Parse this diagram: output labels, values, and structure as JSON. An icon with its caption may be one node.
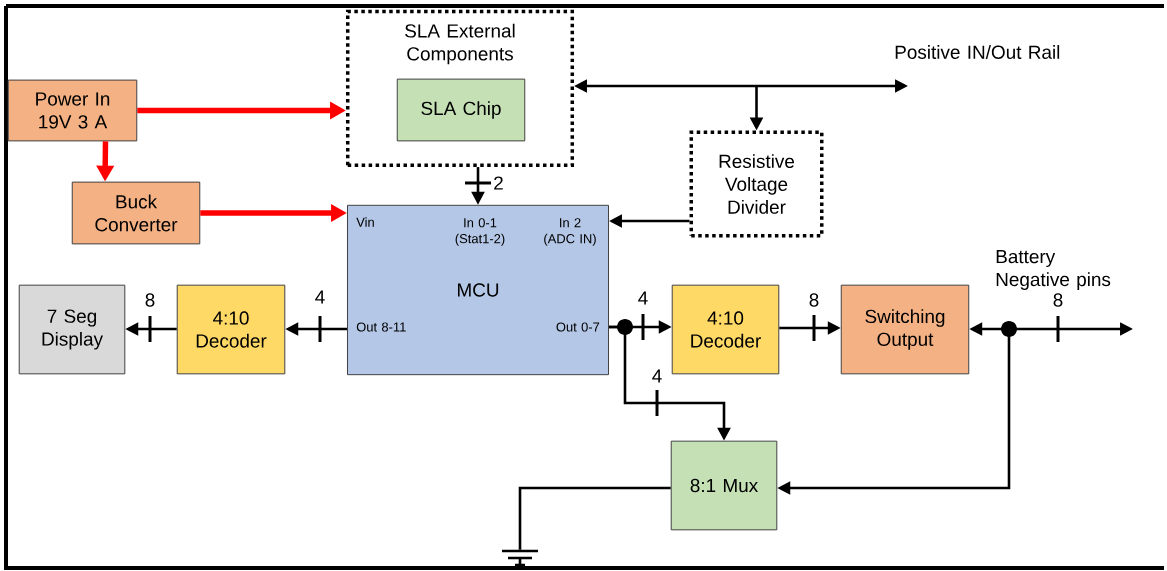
{
  "diagram": {
    "nodes": [
      {
        "text": [
          "Power In 19V 3 A"
        ]
      },
      {
        "text": [
          "SLA External Components"
        ]
      },
      {
        "text": [
          "SLA Chip"
        ],
        "in": 1
      },
      {
        "text": [
          "Resistive Voltage Divider"
        ]
      },
      {
        "text": [
          "Buck Converter"
        ]
      },
      {
        "text": [
          "MCU",
          "Vin",
          "In 0-1 (Stat1-2)",
          "In 2 (ADC IN)",
          "Out 8-11",
          "Out 0-7"
        ]
      },
      {
        "text": [
          "7 Seg Display"
        ]
      },
      {
        "text": [
          "4:10 Decoder"
        ]
      },
      {
        "text": [
          "4:10 Decoder"
        ]
      },
      {
        "text": [
          "Switching Output"
        ]
      },
      {
        "text": [
          "8:1 Mux"
        ]
      },
      {
        "text": [],
        "shape": "ground"
      }
    ],
    "edges": [
      {
        "from": 0,
        "to": 1,
        "arrow": "to",
        "style": "thick",
        "color": "#ff0000"
      },
      {
        "from": 0,
        "to": 4,
        "arrow": "to",
        "style": "thick",
        "color": "#ff0000"
      },
      {
        "from": 4,
        "to": 5,
        "arrow": "to",
        "style": "thick",
        "color": "#ff0000"
      },
      {
        "from": 1,
        "to": 5,
        "arrow": "to",
        "label": "2"
      },
      {
        "from": 3,
        "to": 5,
        "arrow": "to"
      },
      {
        "from": 1,
        "to": null,
        "arrow": "both"
      },
      {
        "from": null,
        "to": 3,
        "arrow": "to"
      },
      {
        "from": 5,
        "to": 7,
        "arrow": "to",
        "label": "4"
      },
      {
        "from": 7,
        "to": 6,
        "arrow": "to",
        "label": "8"
      },
      {
        "from": 5,
        "to": 8,
        "arrow": "to",
        "label": "4"
      },
      {
        "from": 5,
        "to": 10,
        "arrow": "to",
        "label": "4"
      },
      {
        "from": 8,
        "to": 9,
        "arrow": "to",
        "label": "8"
      },
      {
        "from": 9,
        "to": null,
        "arrow": "both",
        "label": "8"
      },
      {
        "from": null,
        "to": 10,
        "arrow": "to"
      },
      {
        "from": 10,
        "to": 11,
        "arrow": "none"
      }
    ],
    "labels": [
      "Positive IN/Out Rail",
      "Battery Negative pins"
    ]
  }
}
